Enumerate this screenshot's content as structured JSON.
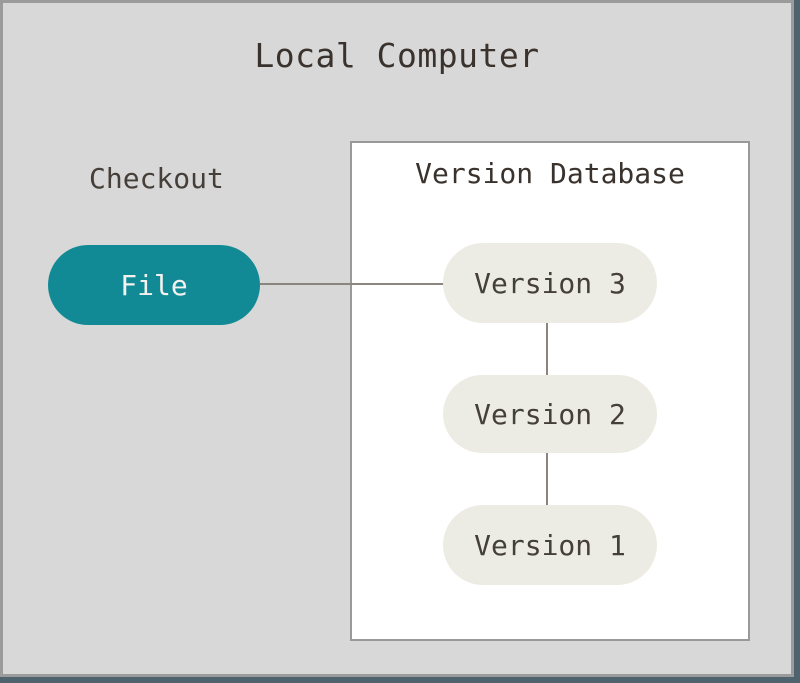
{
  "diagram": {
    "title": "Local Computer",
    "checkout": {
      "label": "Checkout"
    },
    "file_node": {
      "label": "File"
    },
    "version_database": {
      "title": "Version Database",
      "versions": [
        {
          "label": "Version 3"
        },
        {
          "label": "Version 2"
        },
        {
          "label": "Version 1"
        }
      ],
      "connections": [
        "File - Version 3",
        "Version 3 - Version 2",
        "Version 2 - Version 1"
      ]
    },
    "colors": {
      "outer_background": "#4e636d",
      "canvas_background": "#d8d8d8",
      "frame_border": "#9b9b9b",
      "box_border": "#999999",
      "box_background": "#ffffff",
      "file_fill": "#118a96",
      "file_text": "#f3f2ee",
      "version_fill": "#edece4",
      "text_dark": "#3a322d",
      "label_text": "#453f39",
      "line": "#8a857e"
    }
  }
}
